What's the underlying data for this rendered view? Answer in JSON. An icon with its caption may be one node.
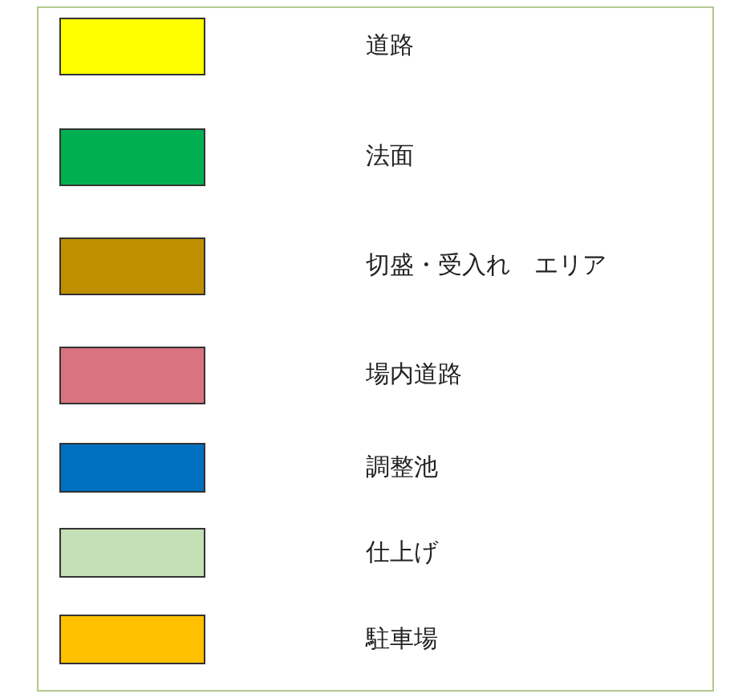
{
  "diagram": {
    "legend": [
      {
        "text": "道路",
        "color": "#ffff00"
      },
      {
        "text": "法面",
        "color": "#00b050"
      },
      {
        "text": "切盛・受入れ　エリア",
        "color": "#bf8f00"
      },
      {
        "text": "場内道路",
        "color": "#d9737f"
      },
      {
        "text": "調整池",
        "color": "#0070c0"
      },
      {
        "text": "仕上げ",
        "color": "#c5e0b4"
      },
      {
        "text": "駐車場",
        "color": "#ffc000"
      }
    ]
  }
}
